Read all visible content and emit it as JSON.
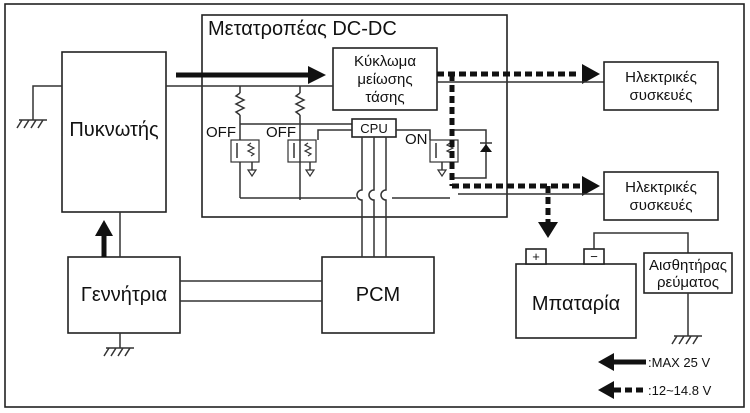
{
  "diagram": {
    "dcdc_title": "Μετατροπέας DC-DC",
    "condenser": "Πυκνωτής",
    "generator": "Γεννήτρια",
    "pcm": "PCM",
    "battery": "Μπαταρία",
    "battery_plus": "+",
    "battery_minus": "−",
    "step_down": [
      "Κύκλωμα",
      "μείωσης",
      "τάσης"
    ],
    "devices_top": [
      "Ηλεκτρικές",
      "συσκευές"
    ],
    "devices_bottom": [
      "Ηλεκτρικές",
      "συσκευές"
    ],
    "current_sensor": [
      "Αισθητήρας",
      "ρεύματος"
    ],
    "cpu": "CPU",
    "switch_labels": [
      "OFF",
      "OFF",
      "ON"
    ],
    "legend": {
      "solid": ":MAX 25 V",
      "dashed": ":12~14.8 V"
    }
  }
}
